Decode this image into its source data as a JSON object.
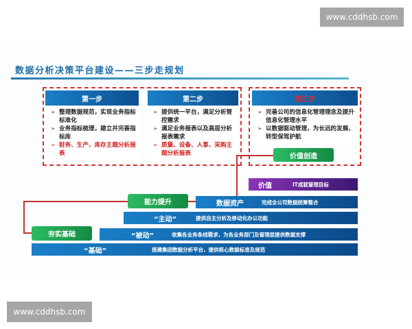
{
  "watermarks": {
    "top": "www.cddhsb.com",
    "bottom": "www.cddhsb.com"
  },
  "title": "数据分析决策平台建设——三步走规划",
  "steps": [
    {
      "label": "第一步",
      "label_color": "#ffffff",
      "bullets": [
        {
          "text": "整理数据规范，实现业务指标标准化",
          "highlight": false
        },
        {
          "text": "业务指标梳理，建立并完善指标库",
          "highlight": false
        },
        {
          "text": "财务、生产、库存主题分析报表",
          "highlight": true
        }
      ]
    },
    {
      "label": "第二步",
      "label_color": "#ffffff",
      "bullets": [
        {
          "text": "提供统一平台，满足分析管控需求",
          "highlight": false
        },
        {
          "text": "满足业务报表以及高层分析报表需求",
          "highlight": false
        },
        {
          "text": "质量、设备、人事、采购主题分析报表",
          "highlight": true
        }
      ]
    },
    {
      "label": "第三步",
      "label_color": "#e0262c",
      "bullets": [
        {
          "text": "完善公司的信息化管理理念及提升信息化管理水平",
          "highlight": false
        },
        {
          "text": "以数据驱动管理，为长远的发展、转型保驾护航",
          "highlight": false
        }
      ]
    }
  ],
  "stages": {
    "value_creation": "价值创造",
    "capability": "能力提升",
    "foundation": "夯实基础"
  },
  "layers": [
    {
      "key": "价值",
      "desc": "IT成就管理目标",
      "color": "purple"
    },
    {
      "key": "数据资产",
      "desc": "完成全公司数据统筹整合",
      "color": "blue"
    },
    {
      "key": "“主动”",
      "desc": "提供自主分析及移动化办公功能",
      "color": "blue"
    },
    {
      "key": "“被动”",
      "desc": "收集各业务条线需求，为各业务部门及管理层提供数据支撑",
      "color": "blue"
    },
    {
      "key": "“基础”",
      "desc": "搭建集团数据分析平台，提供核心数据标准及规范",
      "color": "blue"
    }
  ],
  "colors": {
    "accent_blue": "#1a7fc8",
    "accent_red": "#d03434",
    "accent_green": "#2dbb62",
    "purple": "#8b35b8"
  }
}
